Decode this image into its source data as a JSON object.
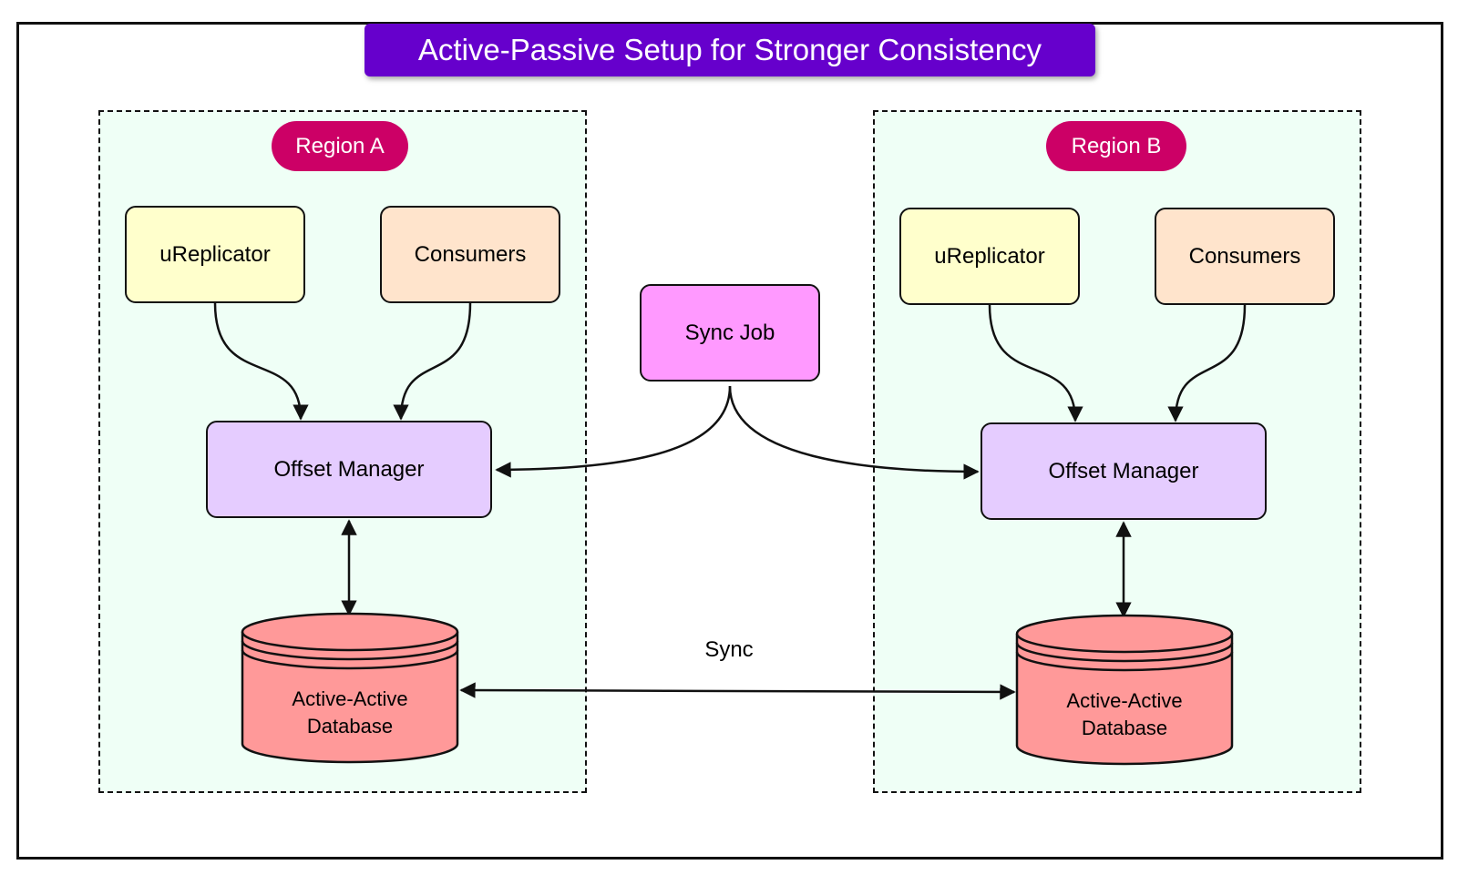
{
  "title": "Active-Passive Setup for Stronger Consistency",
  "colors": {
    "title_bg": "#6600cc",
    "region_bg": "#effff6",
    "region_pill": "#cc0066",
    "ureplicator": "#ffffcc",
    "consumers": "#ffe4cc",
    "offset_manager": "#e5ccff",
    "sync_job": "#ff99ff",
    "database": "#ff9999"
  },
  "region_a": {
    "label": "Region A",
    "ureplicator": "uReplicator",
    "consumers": "Consumers",
    "offset_manager": "Offset Manager",
    "database_line1": "Active-Active",
    "database_line2": "Database"
  },
  "region_b": {
    "label": "Region B",
    "ureplicator": "uReplicator",
    "consumers": "Consumers",
    "offset_manager": "Offset Manager",
    "database_line1": "Active-Active",
    "database_line2": "Database"
  },
  "sync_job": "Sync Job",
  "sync_label": "Sync"
}
